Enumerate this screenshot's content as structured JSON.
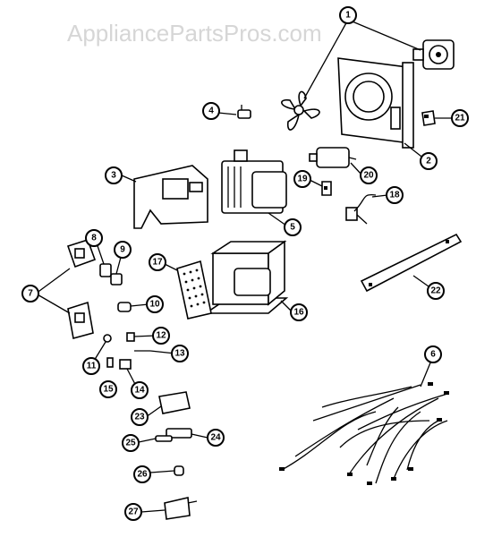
{
  "watermark": "AppliancePartsPros.com",
  "callouts": [
    {
      "id": "1",
      "label": "1"
    },
    {
      "id": "2",
      "label": "2"
    },
    {
      "id": "3",
      "label": "3"
    },
    {
      "id": "4",
      "label": "4"
    },
    {
      "id": "5",
      "label": "5"
    },
    {
      "id": "6",
      "label": "6"
    },
    {
      "id": "7",
      "label": "7"
    },
    {
      "id": "8",
      "label": "8"
    },
    {
      "id": "9",
      "label": "9"
    },
    {
      "id": "10",
      "label": "10"
    },
    {
      "id": "11",
      "label": "11"
    },
    {
      "id": "12",
      "label": "12"
    },
    {
      "id": "13",
      "label": "13"
    },
    {
      "id": "14",
      "label": "14"
    },
    {
      "id": "15",
      "label": "15"
    },
    {
      "id": "16",
      "label": "16"
    },
    {
      "id": "17",
      "label": "17"
    },
    {
      "id": "18",
      "label": "18"
    },
    {
      "id": "19",
      "label": "19"
    },
    {
      "id": "20",
      "label": "20"
    },
    {
      "id": "21",
      "label": "21"
    },
    {
      "id": "22",
      "label": "22"
    },
    {
      "id": "23",
      "label": "23"
    },
    {
      "id": "24",
      "label": "24"
    },
    {
      "id": "25",
      "label": "25"
    },
    {
      "id": "26",
      "label": "26"
    },
    {
      "id": "27",
      "label": "27"
    }
  ]
}
